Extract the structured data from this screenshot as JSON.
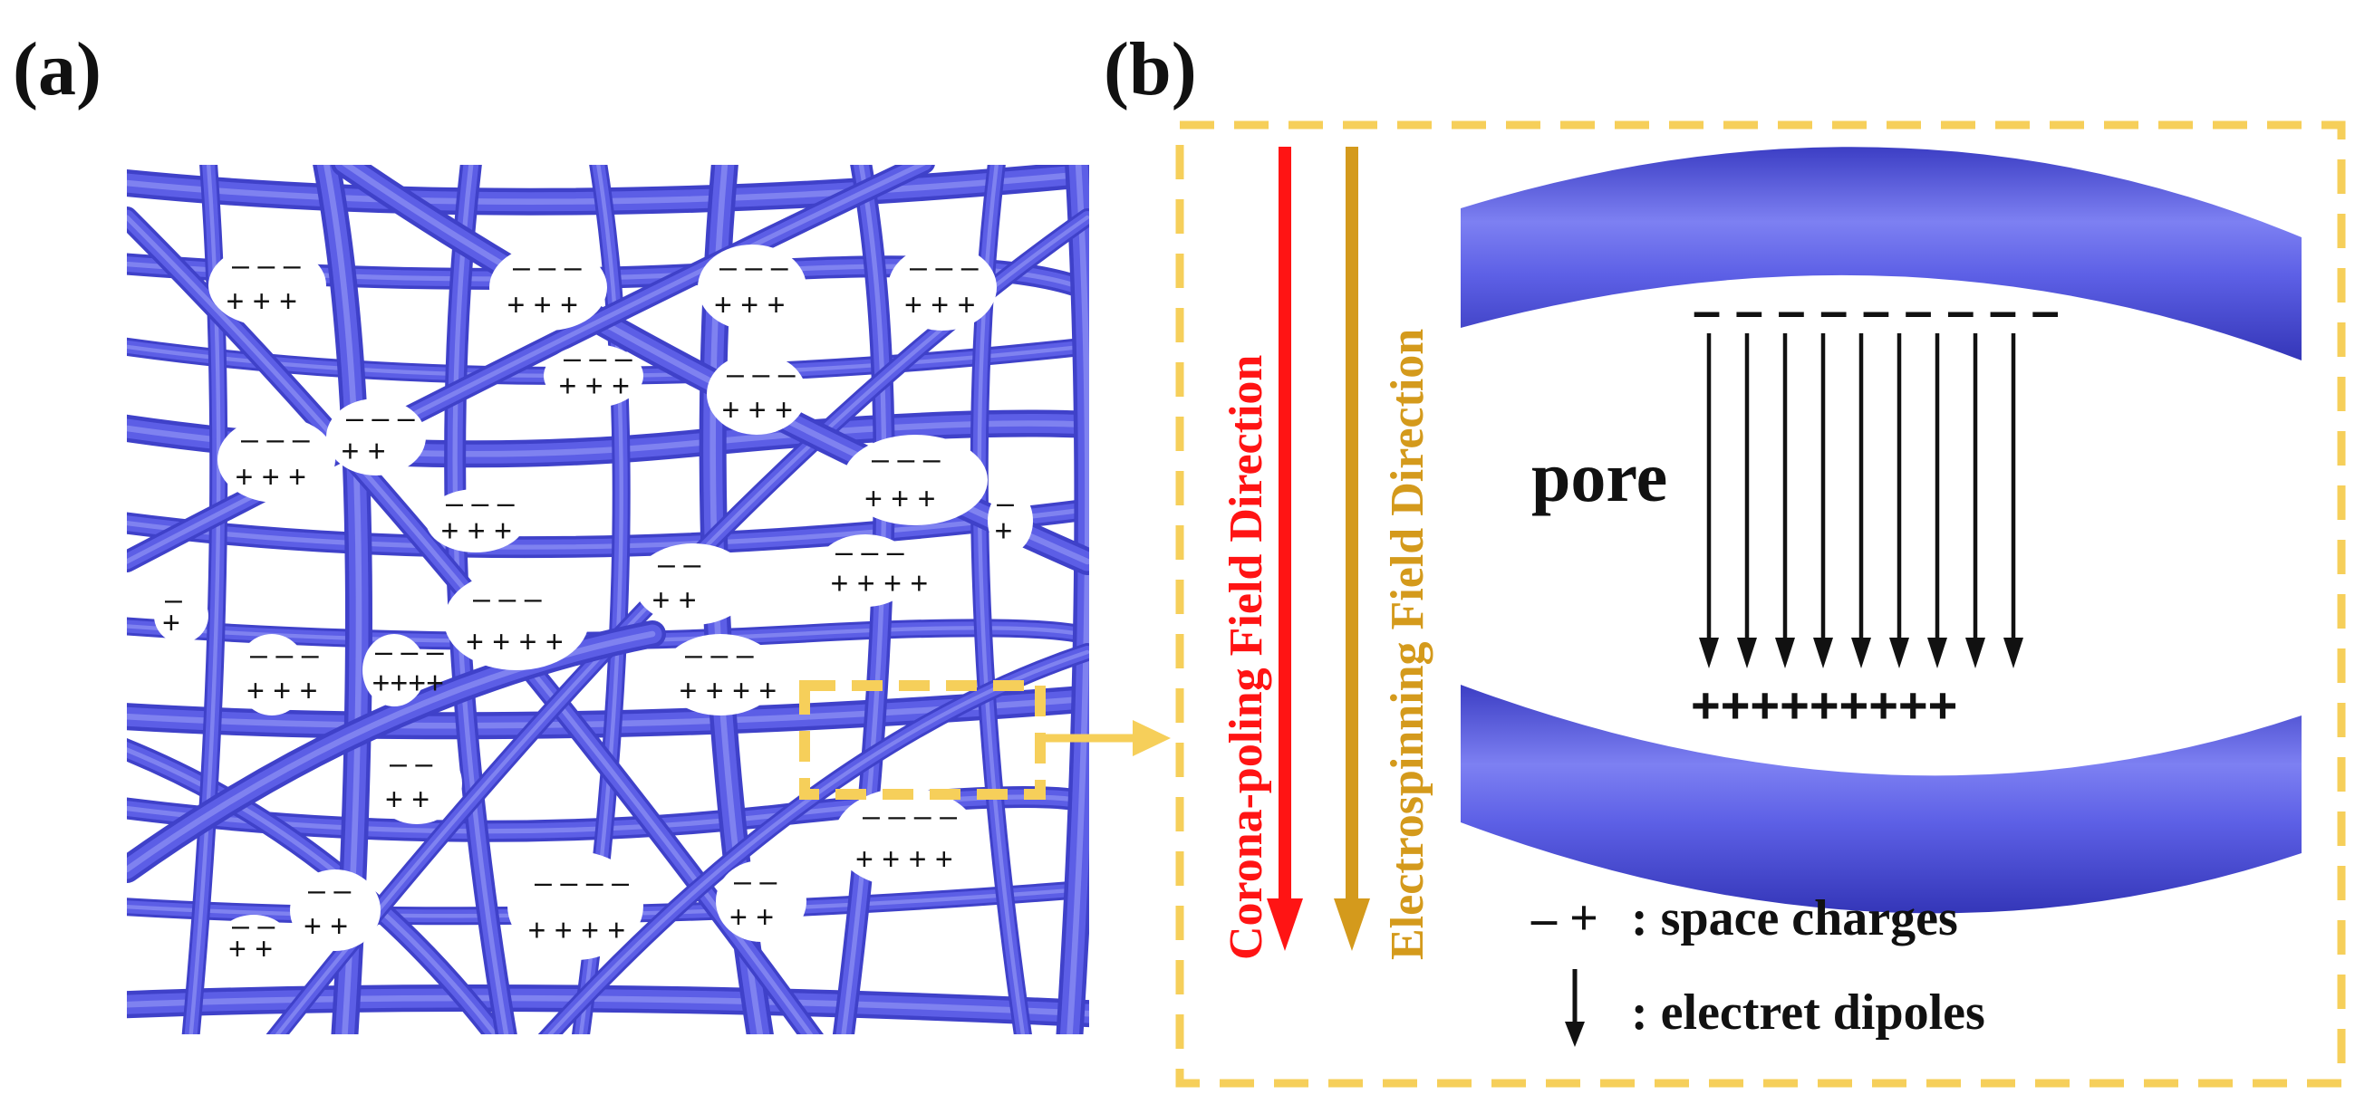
{
  "panels": {
    "a_label": "(a)",
    "b_label": "(b)"
  },
  "panel_b": {
    "corona_label": "Corona-poling Field Direction",
    "electrospinning_label": "Electrospinning Field Direction",
    "pore_label": "pore",
    "top_charges": "– – – – – – – – –",
    "bottom_charges": "+++++++++",
    "legend_space_symbols": "– +",
    "legend_space_text": ": space charges",
    "legend_dipole_text": ": electret dipoles"
  },
  "colors": {
    "fiber": "#5c5ee6",
    "fiber_dark": "#3f41c9",
    "fiber_light": "#8f91f3",
    "corona_arrow": "#ff1414",
    "electrospinning_arrow": "#d49a1c",
    "dash_box": "#f6cf5a",
    "black": "#111111"
  },
  "panel_a_pores": [
    {
      "minus": "– – –",
      "plus": "+ + +"
    },
    {
      "minus": "– – –",
      "plus": "+ + +"
    },
    {
      "minus": "– – –",
      "plus": "+ + +"
    },
    {
      "minus": "– – –",
      "plus": "+ + +"
    },
    {
      "minus": "– – –",
      "plus": "+ + +"
    },
    {
      "minus": "– – –",
      "plus": "+ +"
    },
    {
      "minus": "– – –",
      "plus": "+ + +"
    },
    {
      "minus": "– – –",
      "plus": "+ + +"
    },
    {
      "minus": "– – –",
      "plus": "+ + +"
    },
    {
      "minus": "– – –",
      "plus": "+ + +"
    },
    {
      "minus": "– – –",
      "plus": "+ + + +"
    },
    {
      "minus": "– –",
      "plus": "+ +"
    },
    {
      "minus": "– – –",
      "plus": "+ + + +"
    },
    {
      "minus": "– – –",
      "plus": "+ + +"
    },
    {
      "minus": "– – –",
      "plus": "++++"
    },
    {
      "minus": "– – –",
      "plus": "+ + + +"
    },
    {
      "minus": "– –",
      "plus": "+ +"
    },
    {
      "minus": "– – – –",
      "plus": "+ + + +"
    },
    {
      "minus": "– – – –",
      "plus": "+ + + +"
    },
    {
      "minus": "– –",
      "plus": "+ +"
    },
    {
      "minus": "– –",
      "plus": "+ +"
    },
    {
      "minus": "–",
      "plus": "+"
    },
    {
      "minus": "–",
      "plus": "+"
    },
    {
      "minus": "– –",
      "plus": "+ +"
    }
  ]
}
